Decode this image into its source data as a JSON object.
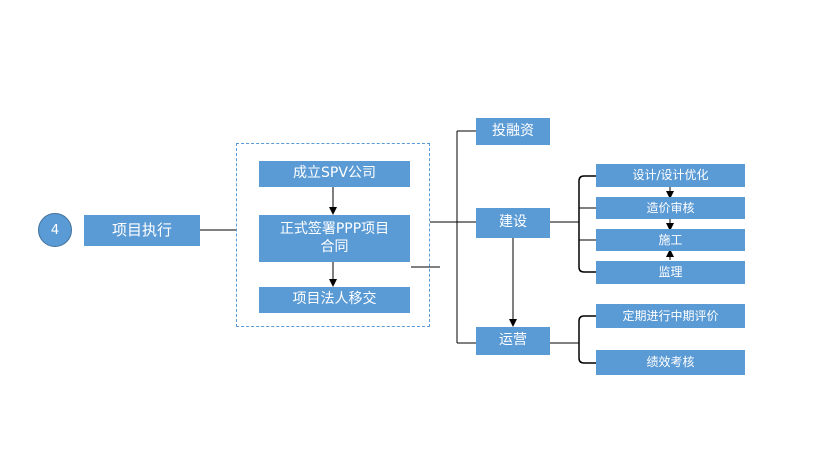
{
  "step": {
    "number": "4",
    "title": "项目执行"
  },
  "group": {
    "setup_company": "成立SPV公司",
    "sign_contract_line1": "正式签署PPP项目",
    "sign_contract_line2": "合同",
    "transfer_legal_person": "项目法人移交"
  },
  "phases": {
    "financing": "投融资",
    "construction": "建设",
    "operation": "运营"
  },
  "construction_items": {
    "design": "设计/设计优化",
    "cost_review": "造价审核",
    "build": "施工",
    "supervision": "监理"
  },
  "operation_items": {
    "mid_term_review": "定期进行中期评价",
    "performance_review": "绩效考核"
  },
  "colors": {
    "box_fill": "#5b9bd5",
    "text": "#ffffff",
    "connector": "#000000"
  }
}
